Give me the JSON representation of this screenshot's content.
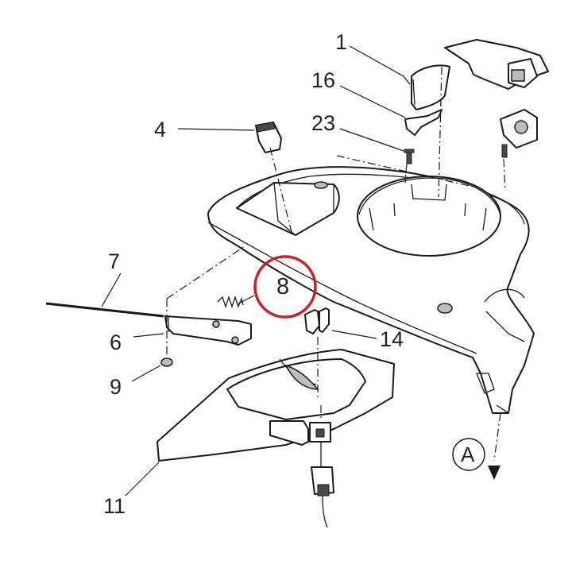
{
  "callouts": {
    "c1": "1",
    "c16": "16",
    "c23": "23",
    "c4": "4",
    "c7": "7",
    "c8": "8",
    "c6": "6",
    "c14": "14",
    "c9": "9",
    "c11": "11",
    "cA": "A"
  },
  "colors": {
    "highlight_circle": "#c0242c",
    "line": "#1a1a1a",
    "fill": "#ffffff",
    "shade": "#bdbdbd"
  }
}
